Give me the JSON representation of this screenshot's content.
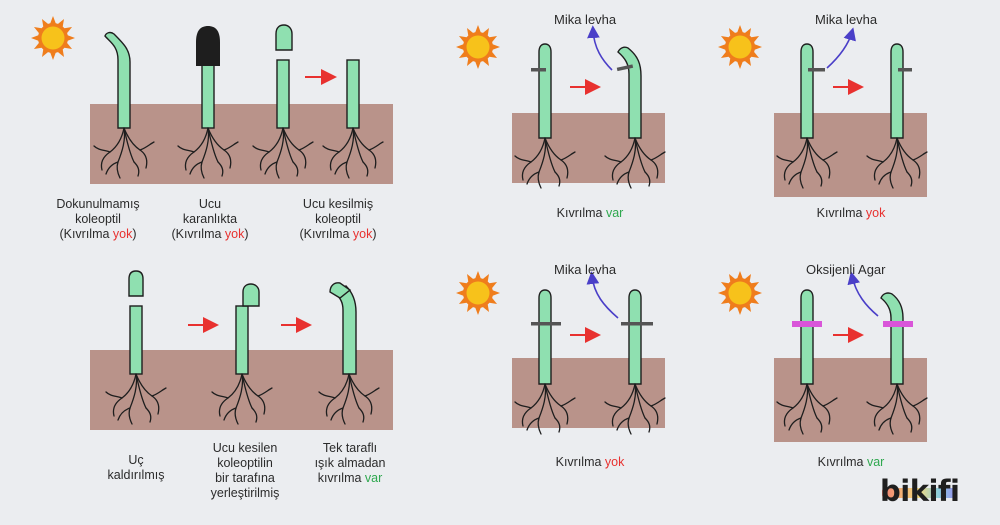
{
  "captions": {
    "p1a": [
      "Dokunulmamış",
      "koleoptil",
      "(Kıvrılma ",
      "yok",
      ")"
    ],
    "p1b": [
      "Ucu",
      "karanlıkta",
      "(Kıvrılma ",
      "yok",
      ")"
    ],
    "p1c": [
      "Ucu kesilmiş",
      "koleoptil",
      "(Kıvrılma ",
      "yok",
      ")"
    ],
    "p2a": [
      "Uç",
      "kaldırılmış"
    ],
    "p2b": [
      "Ucu kesilen",
      "koleoptilin",
      "bir tarafına",
      "yerleştirilmiş"
    ],
    "p2c": [
      "Tek taraflı",
      "ışık almadan",
      "kıvrılma ",
      "var"
    ],
    "r1": [
      "Kıvrılma ",
      "var"
    ],
    "r2": [
      "Kıvrılma ",
      "yok"
    ],
    "r3": [
      "Kıvrılma ",
      "yok"
    ],
    "r4": [
      "Kıvrılma ",
      "var"
    ]
  },
  "labels": {
    "mika1": "Mika levha",
    "mika2": "Mika levha",
    "mika3": "Mika levha",
    "agar": "Oksijenli Agar"
  },
  "brand": {
    "logo": "bikifi"
  },
  "colors": {
    "plant": "#8fe0b0",
    "plant_stroke": "#1e1e1e",
    "soil": "#b9938a",
    "sun_core": "#f7c21b",
    "sun_ray": "#ef7d1c",
    "red_arrow": "#e8312f",
    "blue_arrow": "#4a3fc8",
    "mica": "#555555",
    "agar": "#d955d9",
    "highlight_red": "#e8312f",
    "highlight_green": "#2fa84f"
  },
  "icons": [
    "sun-icon",
    "red-arrow-icon",
    "blue-curved-arrow-icon",
    "root-icon"
  ]
}
